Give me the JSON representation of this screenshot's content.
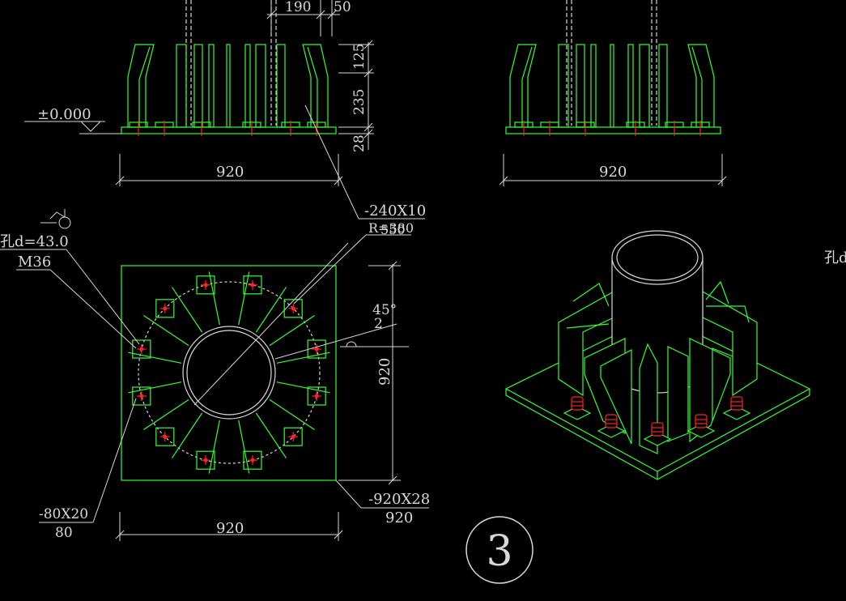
{
  "colors": {
    "background": "#000000",
    "outline": "#33ff33",
    "dimension": "#d8d8d8",
    "bolt": "#ff2222"
  },
  "elevation": {
    "left": {
      "label": "±0.000",
      "width_dim": "920",
      "dims": [
        "190",
        "50"
      ],
      "vertical_dims": [
        "125",
        "235",
        "28"
      ]
    },
    "right": {
      "width_dim": "920"
    }
  },
  "plan": {
    "width_dim": "920",
    "height_dim": "920",
    "rib_label": "-240X10",
    "radius_label": "R=380",
    "radius_overlap": "550",
    "hole_label": "孔d=43.0",
    "bolt_label": "M36",
    "angle": "45°",
    "angle_sub": "2",
    "washer_label": "-80X20",
    "washer_sub": "80",
    "plate_label": "-920X28",
    "plate_sub": "920"
  },
  "iso": {
    "cut_label": "孔d"
  },
  "detail_number": "3"
}
